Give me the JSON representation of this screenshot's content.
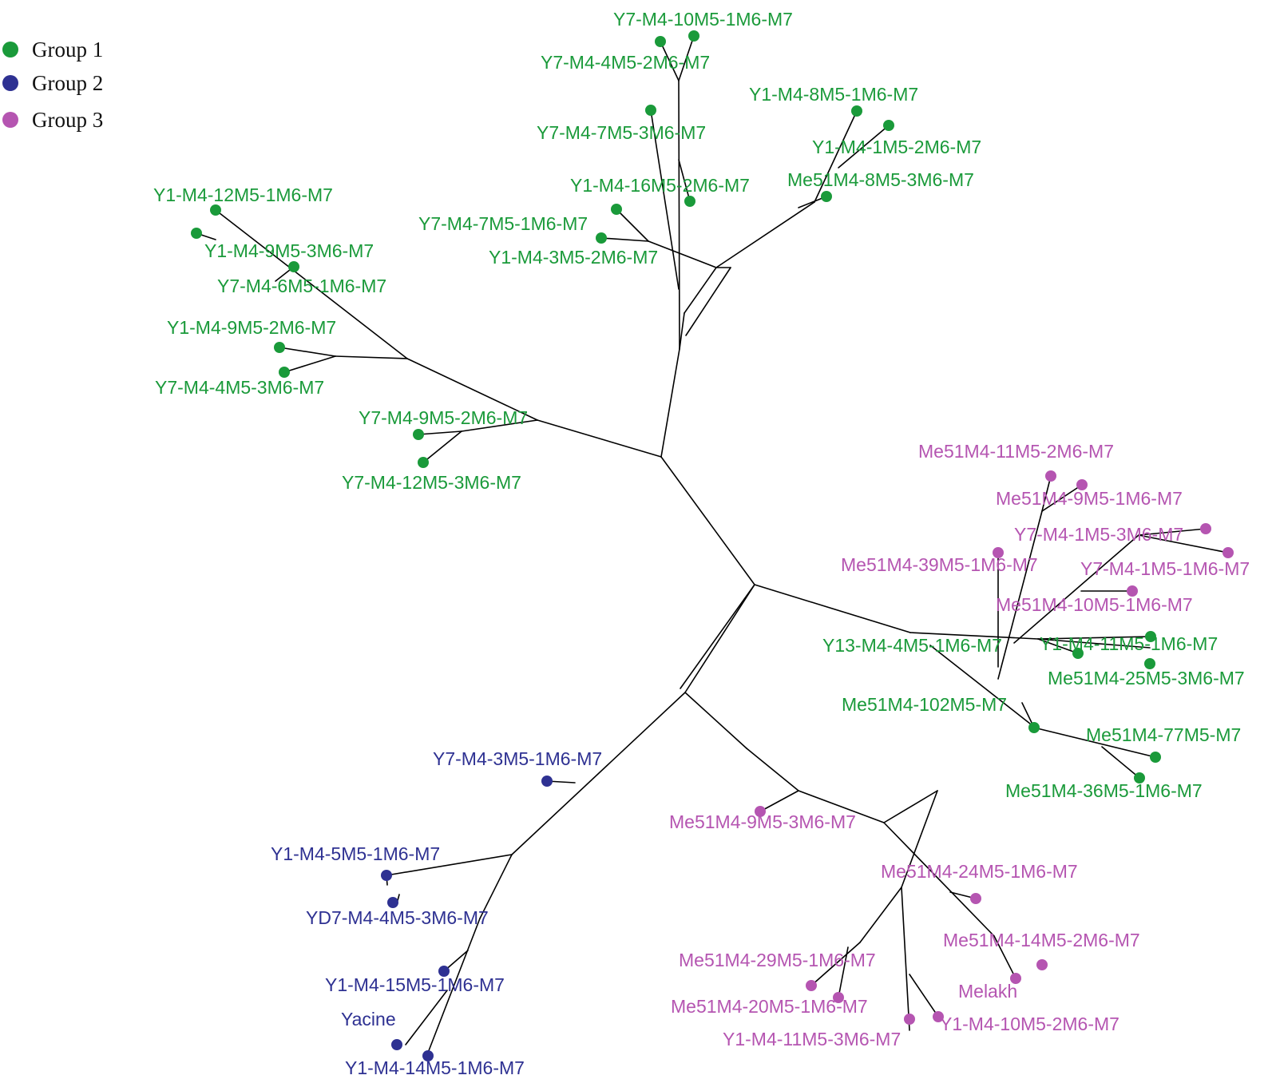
{
  "colors": {
    "group1": "#1a9a3a",
    "group2": "#2e3192",
    "group3": "#b555b1"
  },
  "legend": [
    {
      "label": "Group 1",
      "group": "group1"
    },
    {
      "label": "Group 2",
      "group": "group2"
    },
    {
      "label": "Group 3",
      "group": "group3"
    }
  ],
  "leaves": [
    {
      "id": "l1",
      "label": "Y7-M4-10M5-1M6-M7",
      "group": "group1"
    },
    {
      "id": "l2",
      "label": "Y7-M4-4M5-2M6-M7",
      "group": "group1"
    },
    {
      "id": "l3",
      "label": "Y7-M4-7M5-3M6-M7",
      "group": "group1"
    },
    {
      "id": "l4",
      "label": "Y1-M4-16M5-2M6-M7",
      "group": "group1"
    },
    {
      "id": "l5",
      "label": "Y7-M4-7M5-1M6-M7",
      "group": "group1"
    },
    {
      "id": "l6",
      "label": "Y1-M4-3M5-2M6-M7",
      "group": "group1"
    },
    {
      "id": "l7",
      "label": "Y1-M4-8M5-1M6-M7",
      "group": "group1"
    },
    {
      "id": "l8",
      "label": "Y1-M4-1M5-2M6-M7",
      "group": "group1"
    },
    {
      "id": "l9",
      "label": "Me51M4-8M5-3M6-M7",
      "group": "group1"
    },
    {
      "id": "l10",
      "label": "Y1-M4-12M5-1M6-M7",
      "group": "group1"
    },
    {
      "id": "l11",
      "label": "Y1-M4-9M5-3M6-M7",
      "group": "group1"
    },
    {
      "id": "l12",
      "label": "Y7-M4-6M5-1M6-M7",
      "group": "group1"
    },
    {
      "id": "l13",
      "label": "Y1-M4-9M5-2M6-M7",
      "group": "group1"
    },
    {
      "id": "l14",
      "label": "Y7-M4-4M5-3M6-M7",
      "group": "group1"
    },
    {
      "id": "l15",
      "label": "Y7-M4-9M5-2M6-M7",
      "group": "group1"
    },
    {
      "id": "l16",
      "label": "Y7-M4-12M5-3M6-M7",
      "group": "group1"
    },
    {
      "id": "l17",
      "label": "Me51M4-11M5-2M6-M7",
      "group": "group3"
    },
    {
      "id": "l18",
      "label": "Me51M4-9M5-1M6-M7",
      "group": "group3"
    },
    {
      "id": "l19",
      "label": "Y7-M4-1M5-3M6-M7",
      "group": "group3"
    },
    {
      "id": "l20",
      "label": "Me51M4-39M5-1M6-M7",
      "group": "group3"
    },
    {
      "id": "l21",
      "label": "Y7-M4-1M5-1M6-M7",
      "group": "group3"
    },
    {
      "id": "l22",
      "label": "Me51M4-10M5-1M6-M7",
      "group": "group3"
    },
    {
      "id": "l23",
      "label": "Y13-M4-4M5-1M6-M7",
      "group": "group1"
    },
    {
      "id": "l24",
      "label": "Y1-M4-11M5-1M6-M7",
      "group": "group1"
    },
    {
      "id": "l25",
      "label": "Me51M4-25M5-3M6-M7",
      "group": "group1"
    },
    {
      "id": "l26",
      "label": "Me51M4-102M5-M7",
      "group": "group1"
    },
    {
      "id": "l27",
      "label": "Me51M4-77M5-M7",
      "group": "group1"
    },
    {
      "id": "l28",
      "label": "Me51M4-36M5-1M6-M7",
      "group": "group1"
    },
    {
      "id": "l29",
      "label": "Y7-M4-3M5-1M6-M7",
      "group": "group2"
    },
    {
      "id": "l30",
      "label": "Y1-M4-5M5-1M6-M7",
      "group": "group2"
    },
    {
      "id": "l31",
      "label": "YD7-M4-4M5-3M6-M7",
      "group": "group2"
    },
    {
      "id": "l32",
      "label": "Y1-M4-15M5-1M6-M7",
      "group": "group2"
    },
    {
      "id": "l33",
      "label": "Yacine",
      "group": "group2"
    },
    {
      "id": "l34",
      "label": "Y1-M4-14M5-1M6-M7",
      "group": "group2"
    },
    {
      "id": "l35",
      "label": "Me51M4-9M5-3M6-M7",
      "group": "group3"
    },
    {
      "id": "l36",
      "label": "Me51M4-24M5-1M6-M7",
      "group": "group3"
    },
    {
      "id": "l37",
      "label": "Me51M4-14M5-2M6-M7",
      "group": "group3"
    },
    {
      "id": "l38",
      "label": "Melakh",
      "group": "group3"
    },
    {
      "id": "l39",
      "label": "Me51M4-29M5-1M6-M7",
      "group": "group3"
    },
    {
      "id": "l40",
      "label": "Me51M4-20M5-1M6-M7",
      "group": "group3"
    },
    {
      "id": "l41",
      "label": "Y1-M4-11M5-3M6-M7",
      "group": "group3"
    },
    {
      "id": "l42",
      "label": "Y1-M4-10M5-2M6-M7",
      "group": "group3"
    }
  ]
}
